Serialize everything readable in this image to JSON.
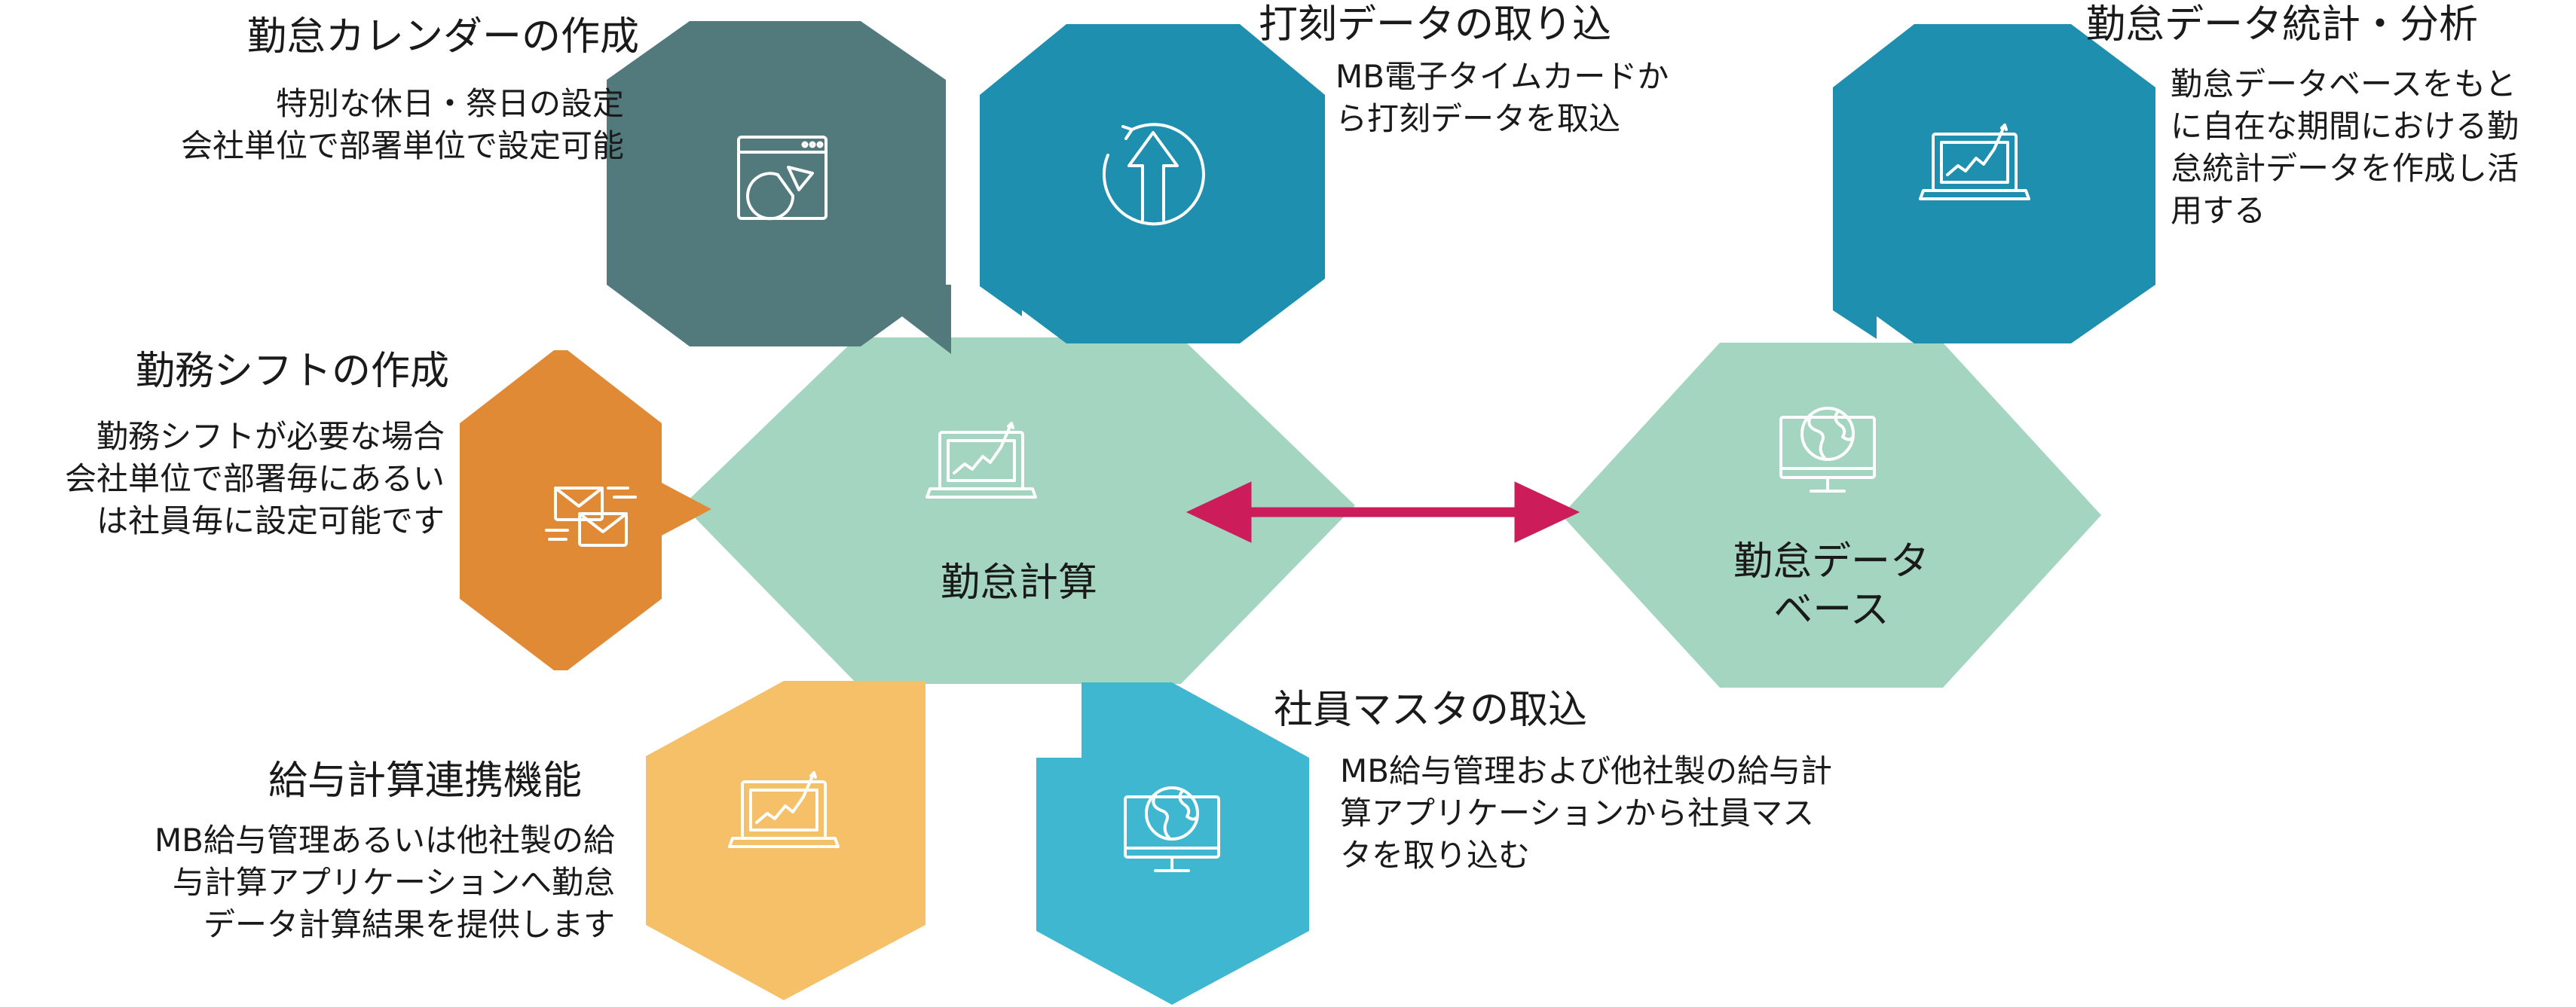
{
  "colors": {
    "slate": "#527a7d",
    "teal": "#1e8fae",
    "mint": "#a3d5c0",
    "orange": "#e08a36",
    "yellow": "#f6c068",
    "sky": "#3fb7d1",
    "arrow": "#cc1d5a"
  },
  "center": {
    "label": "勤怠計算",
    "icon": "laptop-chart-icon"
  },
  "database": {
    "label_line1": "勤怠データ",
    "label_line2": "ベース",
    "icon": "globe-monitor-icon"
  },
  "calendar": {
    "title": "勤怠カレンダーの作成",
    "desc": [
      "特別な休日・祭日の設定",
      "会社単位で部署単位で設定可能"
    ],
    "icon": "window-pie-chart-icon"
  },
  "import_punch": {
    "title": "打刻データの取り込",
    "desc": [
      "MB電子タイムカードか",
      "ら打刻データを取込"
    ],
    "icon": "upload-arrow-icon"
  },
  "stats": {
    "title": "勤怠データ統計・分析",
    "desc": [
      "勤怠データベースをもと",
      "に自在な期間における勤",
      "怠統計データを作成し活",
      "用する"
    ],
    "icon": "laptop-chart-icon"
  },
  "shift": {
    "title": "勤務シフトの作成",
    "desc": [
      "勤務シフトが必要な場合",
      "会社単位で部署毎にあるい",
      "は社員毎に設定可能です"
    ],
    "icon": "mail-envelopes-icon"
  },
  "payroll": {
    "title": "給与計算連携機能",
    "desc": [
      "MB給与管理あるいは他社製の給",
      "与計算アプリケーションへ勤怠",
      "データ計算結果を提供します"
    ],
    "icon": "laptop-chart-icon"
  },
  "employee": {
    "title": "社員マスタの取込",
    "desc": [
      "MB給与管理および他社製の給与計",
      "算アプリケーションから社員マス",
      "タを取り込む"
    ],
    "icon": "globe-monitor-icon"
  }
}
